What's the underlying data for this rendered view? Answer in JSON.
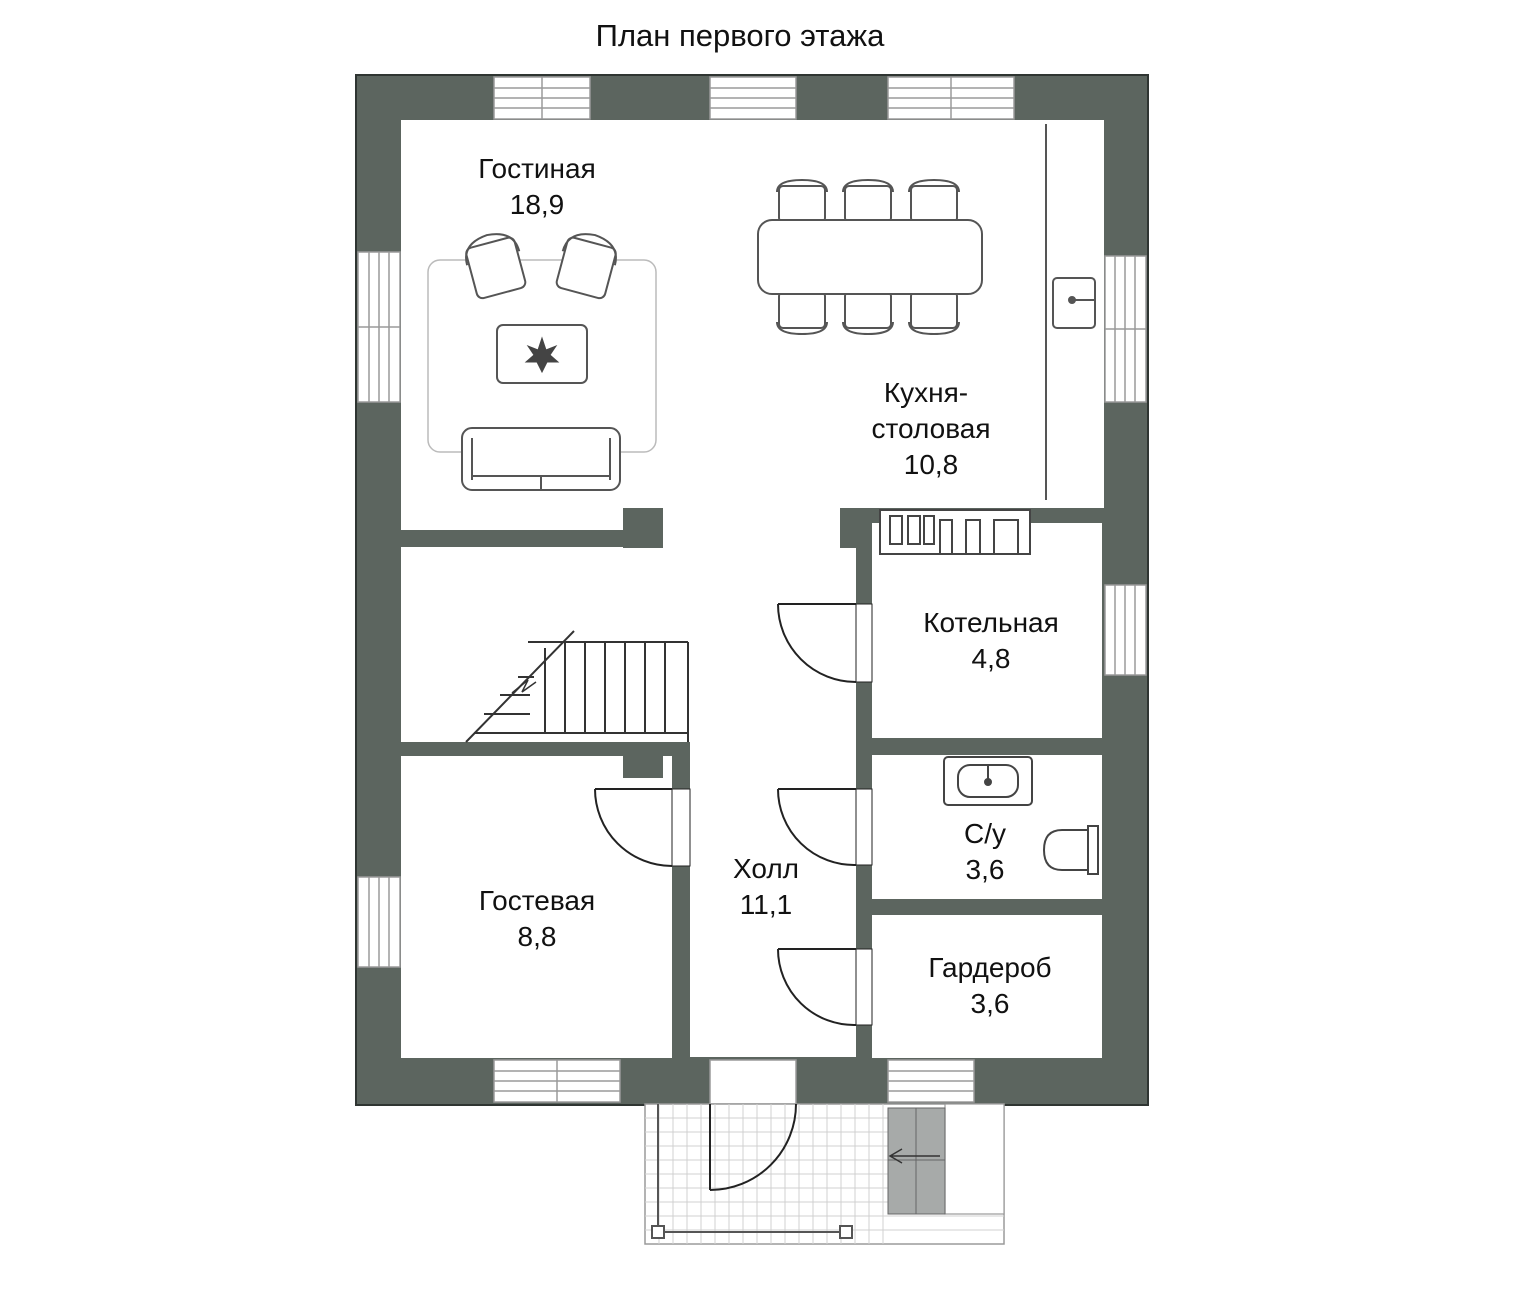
{
  "title": "План первого этажа",
  "colors": {
    "wall": "#5c655f",
    "wall_outline": "#2f3532",
    "floor": "#ffffff",
    "furniture": "#555555",
    "window_lines": "#9a9a9a",
    "tile_lines": "#c8c8c8"
  },
  "rooms": [
    {
      "name": "Гостиная",
      "area": "18,9"
    },
    {
      "name_line1": "Кухня-",
      "name_line2": "столовая",
      "area": "10,8"
    },
    {
      "name": "Котельная",
      "area": "4,8"
    },
    {
      "name": "С/у",
      "area": "3,6"
    },
    {
      "name": "Холл",
      "area": "11,1"
    },
    {
      "name": "Гостевая",
      "area": "8,8"
    },
    {
      "name": "Гардероб",
      "area": "3,6"
    }
  ]
}
